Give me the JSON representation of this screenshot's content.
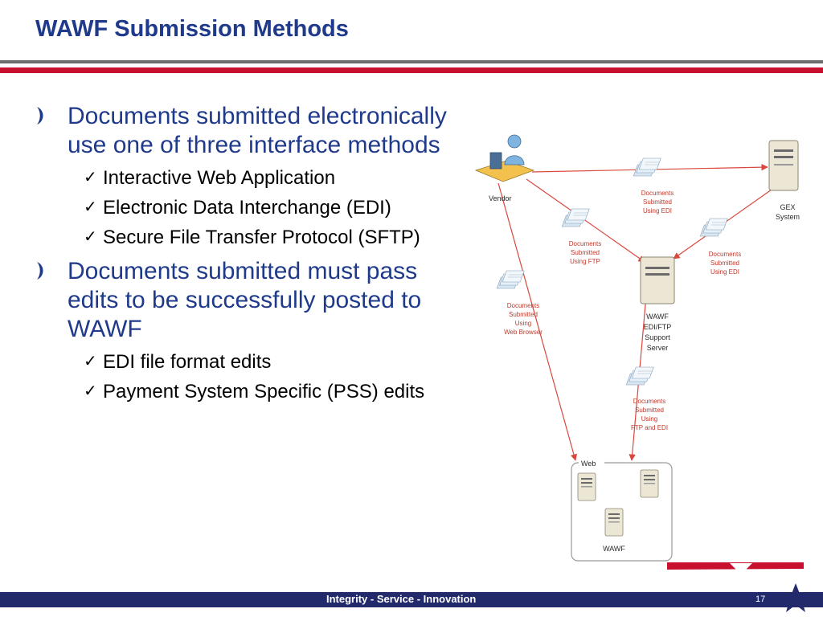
{
  "slide": {
    "title": "WAWF Submission Methods",
    "page_number": "17"
  },
  "bullets": [
    {
      "text": "Documents submitted electronically use one of three interface methods",
      "subitems": [
        "Interactive Web Application",
        "Electronic Data Interchange (EDI)",
        "Secure File Transfer Protocol (SFTP)"
      ]
    },
    {
      "text": "Documents submitted must pass edits to be successfully posted to WAWF",
      "subitems": [
        "EDI file format edits",
        "Payment System Specific (PSS) edits"
      ]
    }
  ],
  "diagram": {
    "vendor": "Vendor",
    "gex": [
      "GEX",
      "System"
    ],
    "server": [
      "WAWF",
      "EDI/FTP",
      "Support",
      "Server"
    ],
    "web_group": "Web",
    "wawf": "WAWF",
    "doc_edi_top": [
      "Documents",
      "Submitted",
      "Using EDI"
    ],
    "doc_ftp": [
      "Documents",
      "Submitted",
      "Using FTP"
    ],
    "doc_edi_right": [
      "Documents",
      "Submitted",
      "Using EDI"
    ],
    "doc_browser": [
      "Documents",
      "Submitted",
      "Using",
      "Web Browser"
    ],
    "doc_ftp_edi": [
      "Documents",
      "Submitted",
      "Using",
      "FTP and EDI"
    ]
  },
  "footer": {
    "tagline": "Integrity - Service - Innovation"
  },
  "colors": {
    "title": "#1f3a8a",
    "accent_red": "#c8102e",
    "footer_bar": "#232a6c"
  }
}
